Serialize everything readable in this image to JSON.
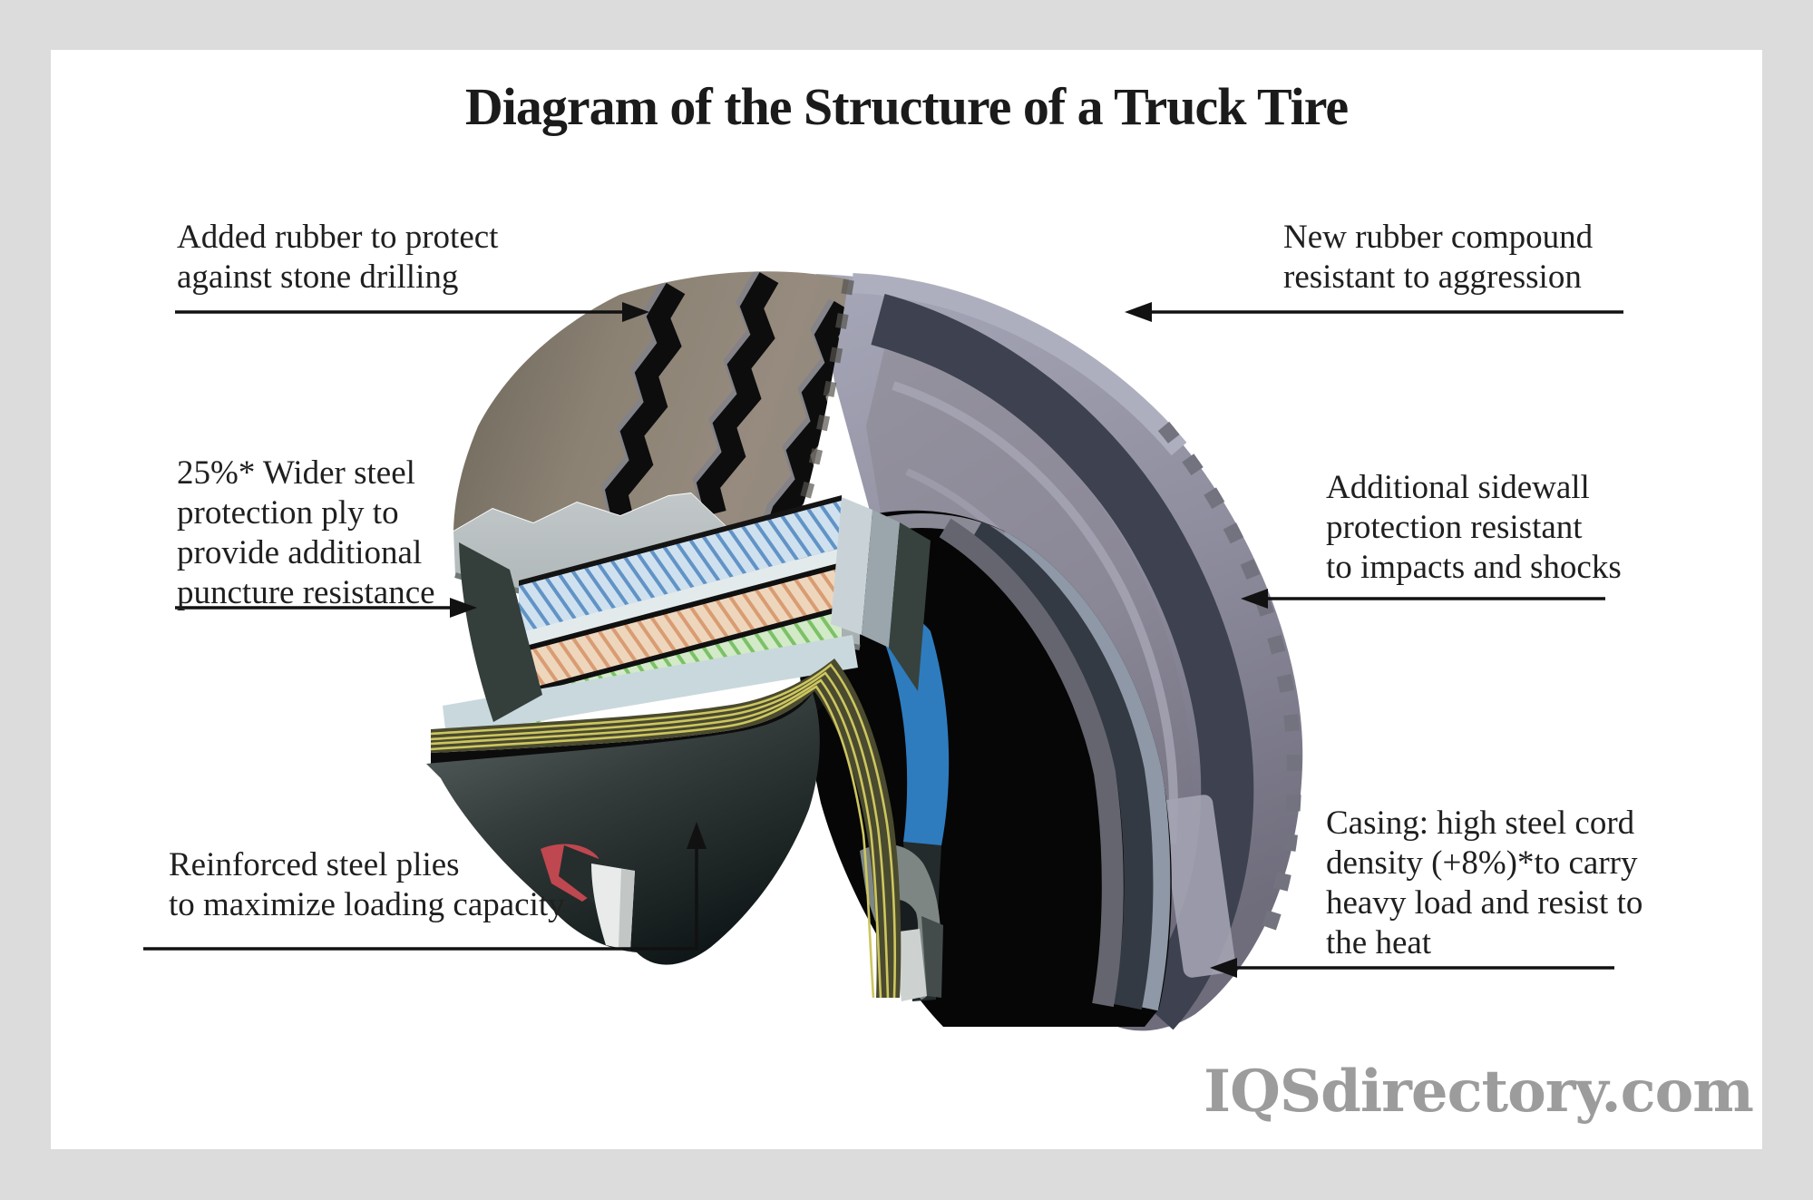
{
  "title": "Diagram of the Structure of a Truck Tire",
  "watermark": "IQSdirectory.com",
  "labels": {
    "stone_drilling": {
      "lines": [
        "Added rubber to protect",
        "against stone drilling"
      ]
    },
    "steel_ply": {
      "lines": [
        "25%* Wider steel",
        "protection ply to",
        "provide additional",
        "puncture resistance"
      ]
    },
    "steel_plies": {
      "lines": [
        "Reinforced steel plies",
        "to maximize loading capacity"
      ]
    },
    "rubber_compound": {
      "lines": [
        "New rubber compound",
        "resistant to aggression"
      ]
    },
    "sidewall_protection": {
      "lines": [
        "Additional sidewall",
        "protection resistant",
        "to impacts and shocks"
      ]
    },
    "casing": {
      "lines": [
        "Casing: high steel cord",
        "density (+8%)*to carry",
        "heavy load and resist to",
        "the heat"
      ]
    }
  },
  "diagram": {
    "subject": "Cutaway illustration of a truck tire structure",
    "colors": {
      "frame": "#dcdcdc",
      "panel": "#ffffff",
      "tread": "#8e8576",
      "sidewall": "#9a9bac",
      "steel_belt_blue": "#cfe1ef",
      "belt_peach": "#eed6bd",
      "belt_green": "#d2eac8",
      "casing_cords_yellow": "#cdc65e",
      "inner_liner_blue": "#2e7cbe",
      "bead_red": "#bf4750",
      "text": "#1f1f1f",
      "watermark": "#9c9c9c"
    }
  }
}
